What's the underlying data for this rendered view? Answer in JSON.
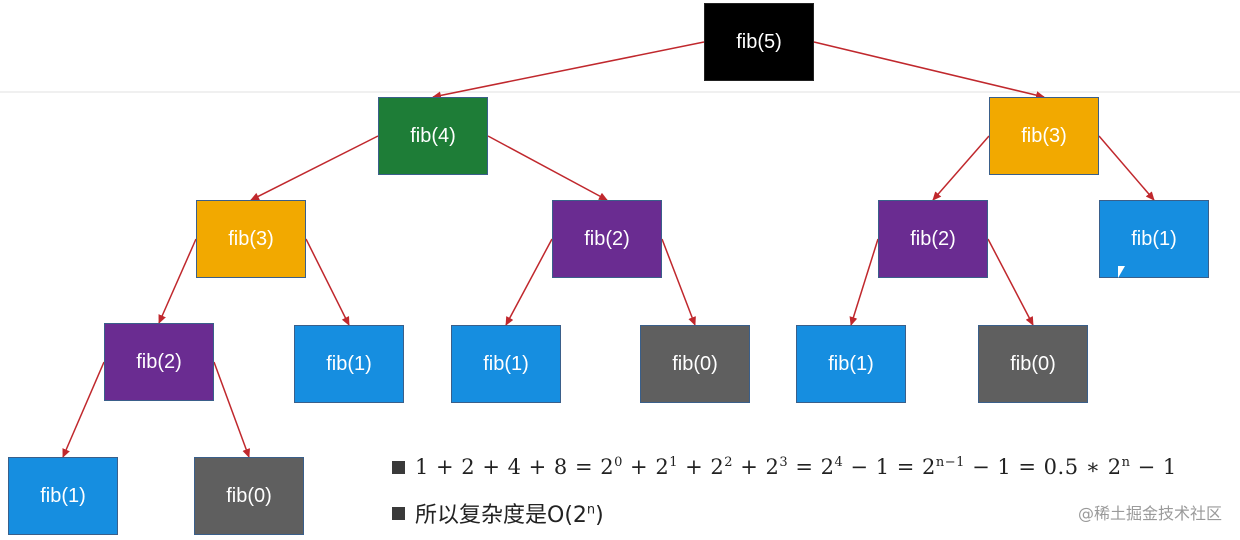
{
  "nodes": {
    "n1": "fib(5)",
    "n2": "fib(4)",
    "n3": "fib(3)",
    "n4": "fib(3)",
    "n5": "fib(2)",
    "n6": "fib(2)",
    "n7": "fib(1)",
    "n8": "fib(2)",
    "n9": "fib(1)",
    "n10": "fib(1)",
    "n11": "fib(0)",
    "n12": "fib(1)",
    "n13": "fib(0)",
    "n14": "fib(1)",
    "n15": "fib(0)"
  },
  "colors": {
    "black": "#000000",
    "green": "#1e7d37",
    "orange": "#f2a900",
    "purple": "#6a2c91",
    "blue": "#168ee0",
    "gray": "#5f5f5f",
    "edge": "#c0282d"
  },
  "notes": {
    "formula": {
      "t1": "1 + 2 + 4 + 8 = 2",
      "e1": "0",
      "t2": " + 2",
      "e2": "1",
      "t3": " + 2",
      "e3": "2",
      "t4": " + 2",
      "e4": "3",
      "t5": " = 2",
      "e5": "4",
      "t6": " − 1 = 2",
      "e6": "n−1",
      "t7": " − 1 = 0.5 ∗ 2",
      "e7": "n",
      "t8": " − 1"
    },
    "complexity": {
      "prefix": "所以复杂度是O(2",
      "exp": "n",
      "suffix": ")"
    }
  },
  "watermark": "@稀土掘金技术社区"
}
